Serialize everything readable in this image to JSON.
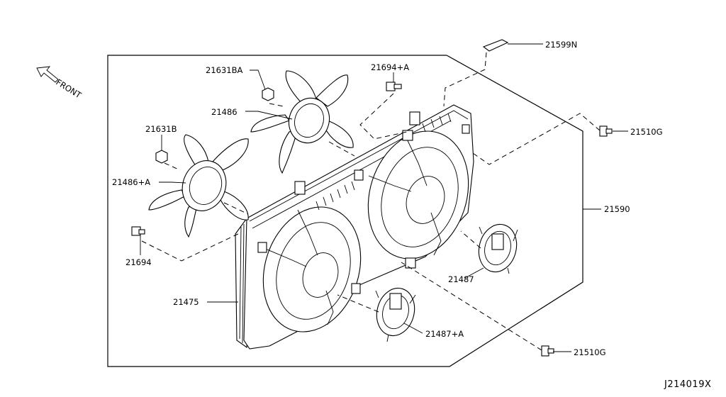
{
  "diagram": {
    "front_label": "FRONT",
    "drawing_code": "J214019X",
    "parts": [
      {
        "id": "p21599N",
        "label": "21599N"
      },
      {
        "id": "p21694A",
        "label": "21694+A"
      },
      {
        "id": "p21631BA",
        "label": "21631BA"
      },
      {
        "id": "p21486",
        "label": "21486"
      },
      {
        "id": "p21631B",
        "label": "21631B"
      },
      {
        "id": "p21486A",
        "label": "21486+A"
      },
      {
        "id": "p21510G_top",
        "label": "21510G"
      },
      {
        "id": "p21590",
        "label": "21590"
      },
      {
        "id": "p21694",
        "label": "21694"
      },
      {
        "id": "p21487",
        "label": "21487"
      },
      {
        "id": "p21475",
        "label": "21475"
      },
      {
        "id": "p21487A",
        "label": "21487+A"
      },
      {
        "id": "p21510G_bottom",
        "label": "21510G"
      }
    ]
  }
}
